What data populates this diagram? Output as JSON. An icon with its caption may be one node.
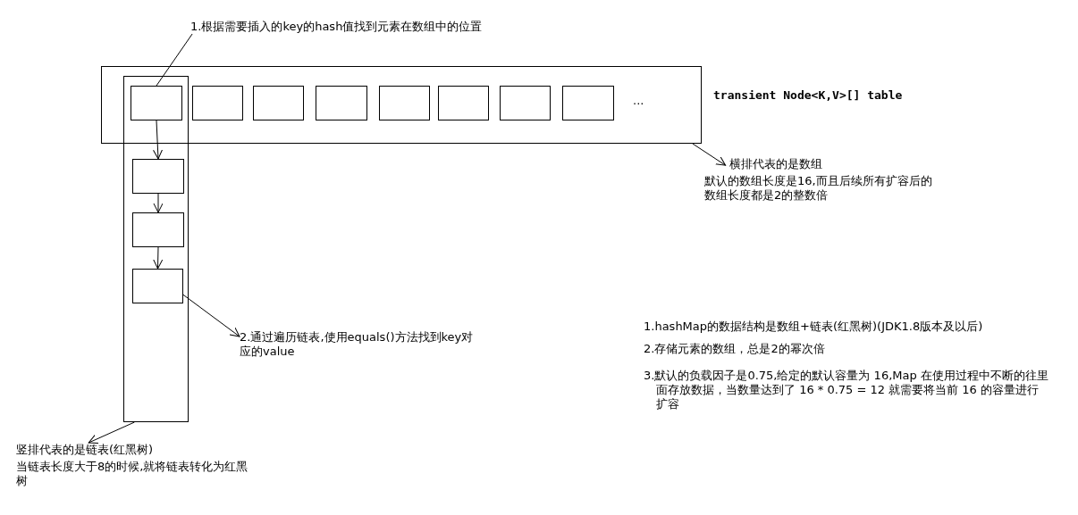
{
  "diagram": {
    "nodes": [
      {
        "text": [
          "transient Node<K,V>[] table"
        ]
      },
      {
        "text": [],
        "shape": "box"
      },
      {
        "text": [],
        "shape": "box"
      },
      {
        "text": [],
        "shape": "box",
        "in": 0
      },
      {
        "text": [],
        "shape": "box",
        "in": 0
      },
      {
        "text": [],
        "shape": "box",
        "in": 0
      },
      {
        "text": [],
        "shape": "box",
        "in": 0
      },
      {
        "text": [],
        "shape": "box",
        "in": 0
      },
      {
        "text": [],
        "shape": "box",
        "in": 0
      },
      {
        "text": [],
        "shape": "box",
        "in": 0
      },
      {
        "text": [],
        "shape": "box",
        "in": 1
      },
      {
        "text": [],
        "shape": "box",
        "in": 1
      },
      {
        "text": [],
        "shape": "box",
        "in": 1
      },
      {
        "text": [
          "1.根据需要插入的key的hash值找到元素在数组中的位置"
        ]
      },
      {
        "text": [
          "横排代表的是数组",
          "默认的数组长度是16,而且后续所有扩容后的数组长度都是2的整数倍"
        ]
      },
      {
        "text": [
          "2.通过遍历链表,使用equals()方法找到key对应的value"
        ]
      },
      {
        "text": [
          "竖排代表的是链表(红黑树)",
          "当链表长度大于8的时候,就将链表转化为红黑树"
        ]
      }
    ],
    "edges": [
      {
        "from": 13,
        "to": 2,
        "arrow": "none"
      },
      {
        "from": 2,
        "to": 10,
        "arrow": "to"
      },
      {
        "from": 10,
        "to": 11,
        "arrow": "to"
      },
      {
        "from": 11,
        "to": 12,
        "arrow": "to"
      },
      {
        "from": 0,
        "to": 14,
        "arrow": "to"
      },
      {
        "from": 12,
        "to": 15,
        "arrow": "to"
      },
      {
        "from": 1,
        "to": 16,
        "arrow": "to"
      }
    ],
    "labels": [
      "...",
      "1.hashMap的数据结构是数组+链表(红黑树)(JDK1.8版本及以后)",
      "2.存储元素的数组，总是2的幂次倍",
      "3.默认的负载因子是0.75,给定的默认容量为 16,Map 在使用过程中不断的往里面存放数据，当数量达到了 16 * 0.75 = 12 就需要将当前 16 的容量进行扩容"
    ]
  }
}
